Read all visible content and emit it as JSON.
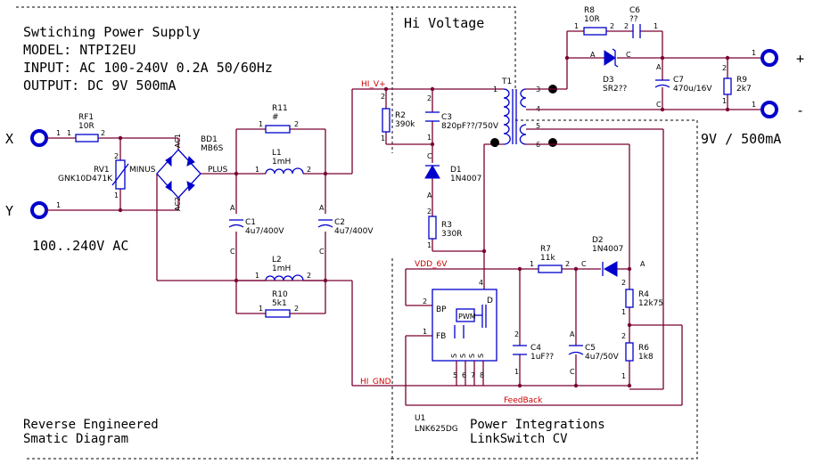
{
  "header": {
    "line1": "Swtiching Power Supply",
    "line2": "MODEL: NTPI2EU",
    "line3": "INPUT: AC 100-240V 0.2A 50/60Hz",
    "line4": "OUTPUT: DC 9V 500mA"
  },
  "zones": {
    "hi_voltage": "Hi Voltage",
    "output_rating": "9V / 500mA"
  },
  "inputs": {
    "x": "X",
    "y": "Y",
    "range": "100..240V AC"
  },
  "outputs": {
    "plus": "+",
    "minus": "-"
  },
  "footer": {
    "left1": "Reverse Engineered",
    "left2": "Smatic Diagram",
    "right1": "Power Integrations",
    "right2": "LinkSwitch CV"
  },
  "nets": {
    "hi_v": "HI_V+",
    "vdd": "VDD_6V",
    "hi_gnd": "HI_GND",
    "feedback": "FeedBack"
  },
  "components": {
    "rf1": {
      "ref": "RF1",
      "val": "10R"
    },
    "rv1": {
      "ref": "RV1",
      "val": "GNK10D471K"
    },
    "bd1": {
      "ref": "BD1",
      "val": "MB6S",
      "ac1": "AC1",
      "ac2": "AC2",
      "minus": "MINUS",
      "plus": "PLUS"
    },
    "r11": {
      "ref": "R11",
      "val": "#"
    },
    "l1": {
      "ref": "L1",
      "val": "1mH"
    },
    "l2": {
      "ref": "L2",
      "val": "1mH"
    },
    "r10": {
      "ref": "R10",
      "val": "5k1"
    },
    "c1": {
      "ref": "C1",
      "val": "4u7/400V"
    },
    "c2": {
      "ref": "C2",
      "val": "4u7/400V"
    },
    "r2": {
      "ref": "R2",
      "val": "390k"
    },
    "c3": {
      "ref": "C3",
      "val": "820pF??/750V"
    },
    "d1": {
      "ref": "D1",
      "val": "1N4007"
    },
    "r3": {
      "ref": "R3",
      "val": "330R"
    },
    "t1": {
      "ref": "T1"
    },
    "r8": {
      "ref": "R8",
      "val": "10R"
    },
    "c6": {
      "ref": "C6",
      "val": "??"
    },
    "d3": {
      "ref": "D3",
      "val": "SR2??"
    },
    "c7": {
      "ref": "C7",
      "val": "470u/16V"
    },
    "r9": {
      "ref": "R9",
      "val": "2k7"
    },
    "r7": {
      "ref": "R7",
      "val": "11k"
    },
    "d2": {
      "ref": "D2",
      "val": "1N4007"
    },
    "r4": {
      "ref": "R4",
      "val": "12k75"
    },
    "r6": {
      "ref": "R6",
      "val": "1k8"
    },
    "c4": {
      "ref": "C4",
      "val": "1uF??"
    },
    "c5": {
      "ref": "C5",
      "val": "4u7/50V"
    },
    "u1": {
      "ref": "U1",
      "val": "LNK625DG",
      "bp": "BP",
      "fb": "FB",
      "d": "D",
      "pwm": "PWM",
      "s": "S"
    }
  },
  "pins": {
    "one": "1",
    "two": "2",
    "three": "3",
    "four": "4",
    "five": "5",
    "six": "6",
    "seven": "7",
    "eight": "8",
    "a": "A",
    "c": "C"
  }
}
